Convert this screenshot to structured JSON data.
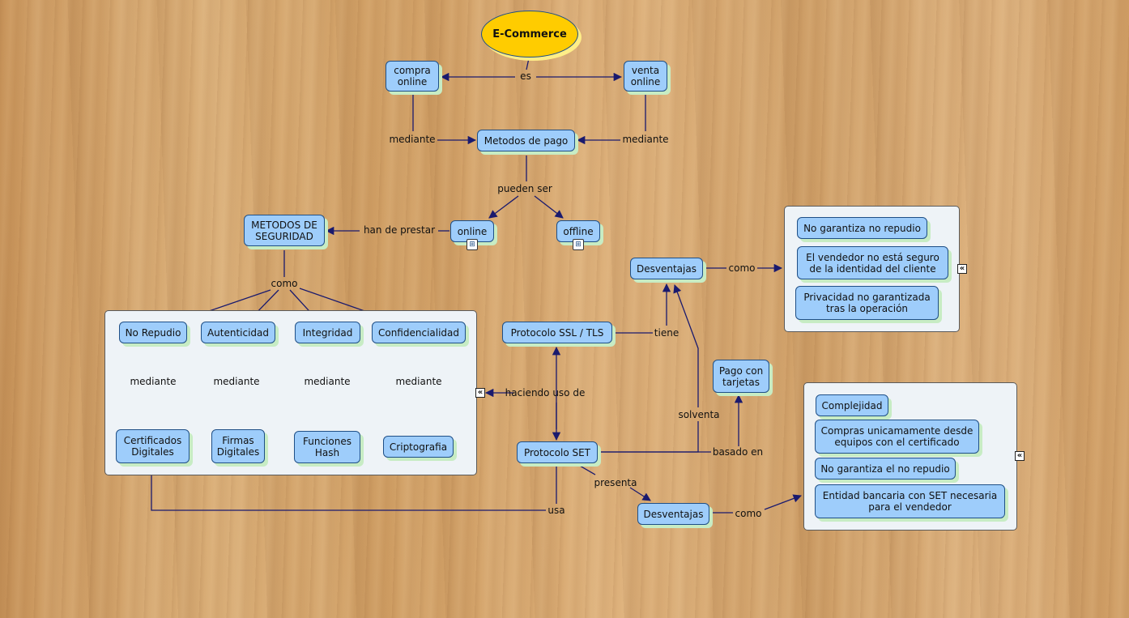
{
  "root": "E-Commerce",
  "nodes": {
    "compra": "compra\nonline",
    "venta": "venta\nonline",
    "metodos_pago": "Metodos de pago",
    "metodos_seguridad": "METODOS DE\nSEGURIDAD",
    "online": "online",
    "offline": "offline",
    "no_repudio": "No Repudio",
    "autenticidad": "Autenticidad",
    "integridad": "Integridad",
    "confidencialidad": "Confidencialidad",
    "cert_digitales": "Certificados\nDigitales",
    "firmas_digitales": "Firmas\nDigitales",
    "funciones_hash": "Funciones\nHash",
    "criptografia": "Criptografia",
    "ssl_tls": "Protocolo SSL / TLS",
    "set": "Protocolo SET",
    "desventajas1": "Desventajas",
    "desventajas2": "Desventajas",
    "pago_tarjetas": "Pago con\ntarjetas",
    "ssl_d1": "No garantiza no repudio",
    "ssl_d2": "El vendedor no está seguro\nde la identidad del cliente",
    "ssl_d3": "Privacidad no garantizada\ntras la operación",
    "set_d1": "Complejidad",
    "set_d2": "Compras unicamamente desde\nequipos con el certificado",
    "set_d3": "No garantiza el no repudio",
    "set_d4": "Entidad bancaria con SET necesaria\npara el vendedor"
  },
  "labels": {
    "es": "es",
    "mediante_left": "mediante",
    "mediante_right": "mediante",
    "pueden_ser": "pueden ser",
    "han_de_prestar": "han de prestar",
    "como_seg": "como",
    "mediante_a": "mediante",
    "mediante_b": "mediante",
    "mediante_c": "mediante",
    "mediante_d": "mediante",
    "haciendo_uso": "haciendo uso de",
    "tiene": "tiene",
    "como_ssl": "como",
    "solventa": "solventa",
    "basado_en": "basado en",
    "presenta": "presenta",
    "usa": "usa",
    "como_set": "como"
  },
  "icons": {
    "online_submap": "submap-icon",
    "offline_submap": "submap-icon",
    "collapse": "collapse-icon"
  },
  "colors": {
    "node_fill": "#9ecdfb",
    "node_border": "#1f4f86",
    "root_fill": "#ffcc00",
    "edge": "#1a1a6e"
  }
}
